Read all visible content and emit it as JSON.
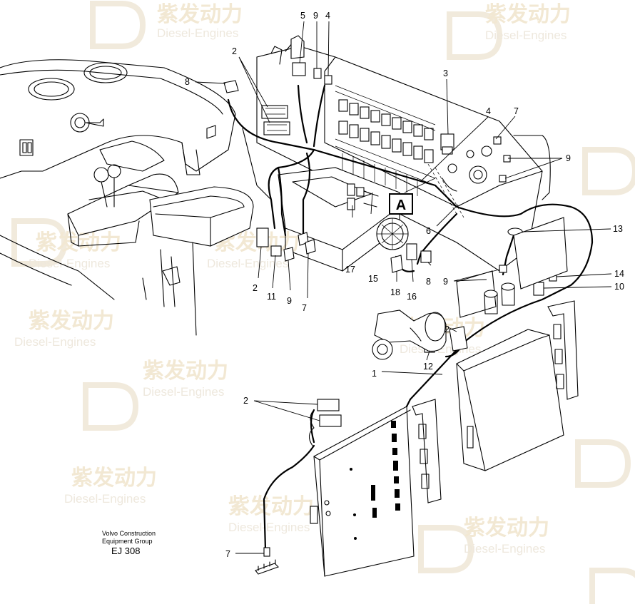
{
  "watermark": {
    "brand": "紫发动力",
    "sub": "Diesel-Engines"
  },
  "detail_marker": "A",
  "callouts": {
    "c2_top": "2",
    "c5": "5",
    "c9_top": "9",
    "c4_top": "4",
    "c8_left": "8",
    "c3": "3",
    "c4_right": "4",
    "c7_right": "7",
    "c9_right": "9",
    "c13": "13",
    "c14": "14",
    "c10": "10",
    "c9_mid": "9",
    "c8_mid": "8",
    "c6": "6",
    "c17": "17",
    "c15": "15",
    "c18": "18",
    "c16": "16",
    "c2_left": "2",
    "c11": "11",
    "c9_low": "9",
    "c7_low": "7",
    "c2_motor": "2",
    "c12": "12",
    "c1": "1",
    "c2_bottom": "2",
    "c7_bottom": "7"
  },
  "caption": {
    "line1": "Volvo Construction",
    "line2": "Equipment Group",
    "code": "EJ 308"
  }
}
